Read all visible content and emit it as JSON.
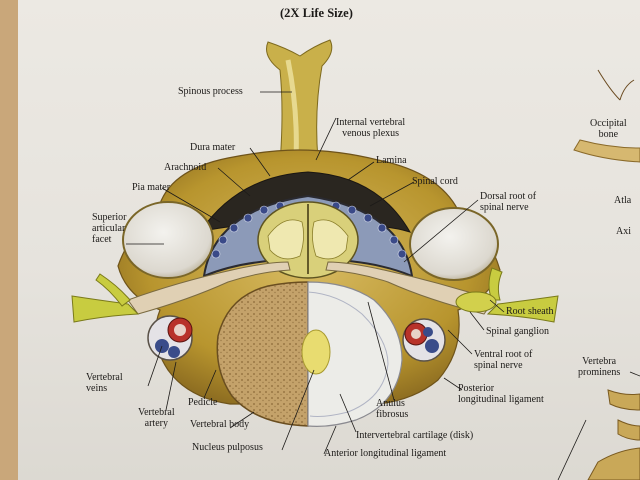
{
  "header": {
    "subtitle": "(2X Life Size)"
  },
  "labels": {
    "spinous_process": "Spinous process",
    "internal_plexus": "Internal vertebral\nvenous plexus",
    "dura_mater": "Dura mater",
    "arachnoid": "Arachnoid",
    "lamina": "Lamina",
    "pia_mater": "Pia mater",
    "spinal_cord": "Spinal cord",
    "dorsal_root": "Dorsal root of\nspinal nerve",
    "superior_facet": "Superior\narticular\nfacet",
    "root_sheath": "Root sheath",
    "spinal_ganglion": "Spinal ganglion",
    "ventral_root": "Ventral root of\nspinal nerve",
    "vertebral_veins": "Vertebral\nveins",
    "pedicle": "Pedicle",
    "vertebral_artery": "Vertebral\nartery",
    "vertebral_body": "Vertebral body",
    "posterior_ligament": "Posterior\nlongitudinal ligament",
    "anulus": "Anulus\nfibrosus",
    "intervertebral_cartilage": "Intervertebral cartilage (disk)",
    "nucleus_pulposus": "Nucleus pulposus",
    "anterior_ligament": "Anterior longitudinal ligament"
  },
  "side_labels": {
    "occipital": "Occipital\nbone",
    "atlas": "Atla",
    "axis": "Axi",
    "vertebra_prominens": "Vertebra\nprominens"
  },
  "colors": {
    "bone": "#c8a84e",
    "bone_dark": "#8a6a22",
    "nerve": "#c8c84a",
    "cord": "#e2d98a",
    "facet": "#ecebe6",
    "vessel_red": "#b8322a",
    "vessel_blue": "#3a4c8a"
  }
}
